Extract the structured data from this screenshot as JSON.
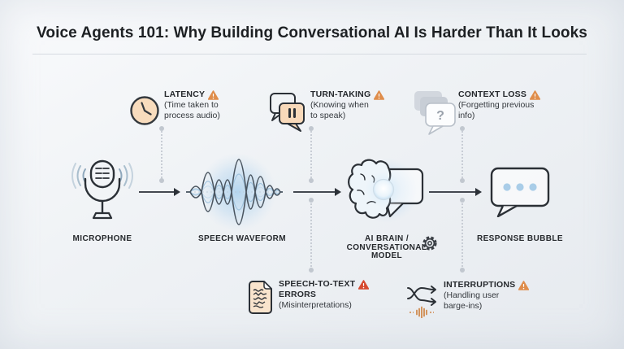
{
  "title": "Voice Agents 101: Why Building Conversational AI Is Harder Than It Looks",
  "colors": {
    "warning_orange": "#df8d4b",
    "warning_red": "#d6492f",
    "accent_blue": "#a9cde8",
    "peach_fill": "#f8dcbd"
  },
  "annotations": {
    "latency": {
      "label": "LATENCY",
      "desc_line1": "(Time taken to",
      "desc_line2": "process audio)"
    },
    "turn_taking": {
      "label": "TURN-TAKING",
      "desc_line1": "(Knowing when",
      "desc_line2": "to speak)"
    },
    "context_loss": {
      "label": "CONTEXT LOSS",
      "desc_line1": "(Forgetting previous",
      "desc_line2": "info)",
      "bubble_glyph": "?"
    },
    "stt_errors": {
      "label_line1": "SPEECH-TO-TEXT",
      "label_line2": "ERRORS",
      "desc": "(Misinterpretations)"
    },
    "interruptions": {
      "label": "INTERRUPTIONS",
      "desc_line1": "(Handling user",
      "desc_line2": "barge-ins)"
    }
  },
  "nodes": {
    "microphone": {
      "label": "MICROPHONE"
    },
    "waveform": {
      "label": "SPEECH WAVEFORM"
    },
    "brain": {
      "label_line1": "AI BRAIN /",
      "label_line2": "CONVERSATIONAL",
      "label_line3": "MODEL"
    },
    "response": {
      "label": "RESPONSE BUBBLE"
    }
  }
}
